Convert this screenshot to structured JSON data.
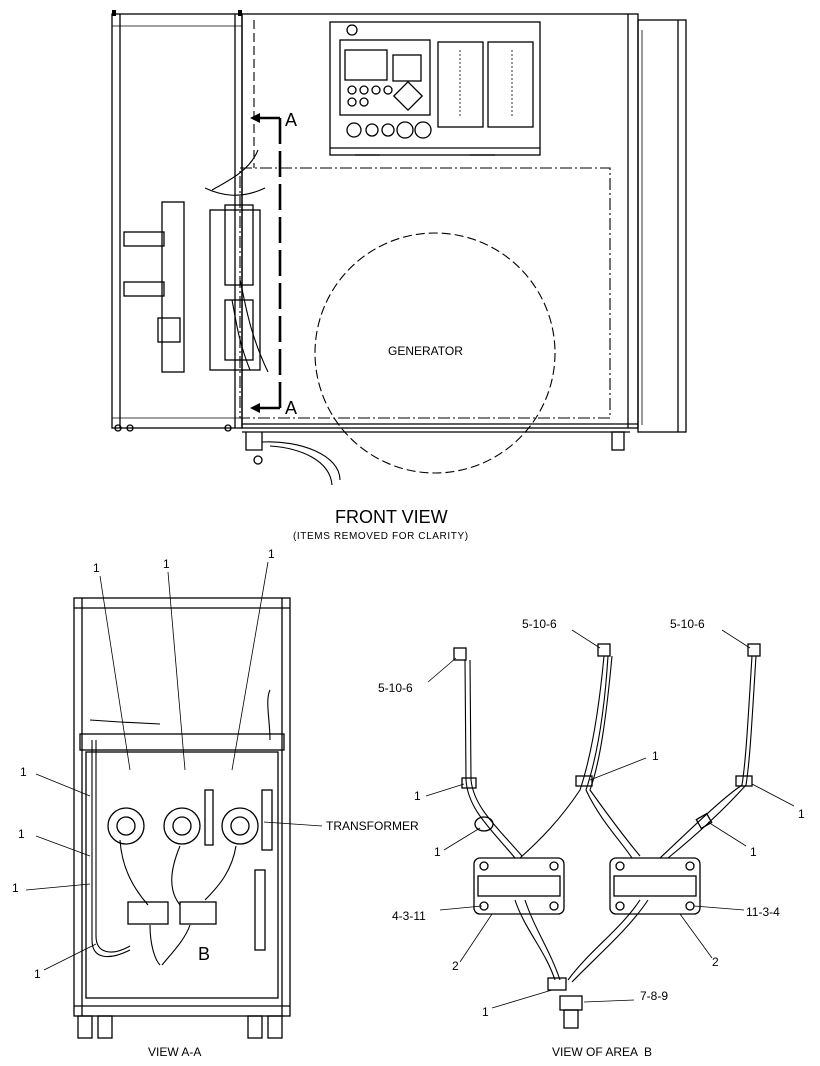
{
  "front_view": {
    "title": "FRONT VIEW",
    "subtitle": "(ITEMS REMOVED FOR CLARITY)",
    "generator_label": "GENERATOR",
    "section_marker_top": "A",
    "section_marker_bottom": "A"
  },
  "view_aa": {
    "title": "VIEW A-A",
    "transformer_label": "TRANSFORMER",
    "area_marker": "B",
    "callouts": [
      "1",
      "1",
      "1",
      "1",
      "1",
      "1",
      "1"
    ]
  },
  "view_area_b": {
    "title": "VIEW OF AREA  B",
    "callouts": {
      "top_left": "5-10-6",
      "top_middle": "5-10-6",
      "top_right": "5-10-6",
      "left_clip": "1",
      "left_clip2": "1",
      "middle_clip": "1",
      "right_clip": "1",
      "right_clip2": "1",
      "left_bolt": "4-3-11",
      "right_bolt": "11-3-4",
      "left_bracket": "2",
      "right_bracket": "2",
      "bottom_clip": "1",
      "bottom_fitting": "7-8-9"
    }
  }
}
